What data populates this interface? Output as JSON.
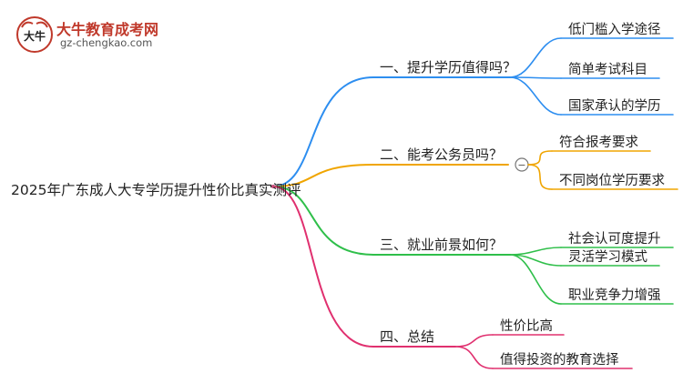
{
  "logo": {
    "title": "大牛教育成考网",
    "url": "gz-chengkao.com",
    "mark_text": "大牛"
  },
  "root": {
    "label": "2025年广东成人大专学历提升性价比真实测评"
  },
  "branches": [
    {
      "label": "一、提升学历值得吗？",
      "color": "#2d8ef0",
      "children": [
        "低门槛入学途径",
        "简单考试科目",
        "国家承认的学历"
      ]
    },
    {
      "label": "二、能考公务员吗？",
      "color": "#f0a500",
      "collapse_symbol": "−",
      "children": [
        "符合报考要求",
        "不同岗位学历要求"
      ]
    },
    {
      "label": "三、就业前景如何？",
      "color": "#2fbf4a",
      "children": [
        "社会认可度提升",
        "灵活学习模式",
        "职业竞争力增强"
      ]
    },
    {
      "label": "四、总结",
      "color": "#e0306f",
      "children": [
        "性价比高",
        "值得投资的教育选择"
      ]
    }
  ]
}
